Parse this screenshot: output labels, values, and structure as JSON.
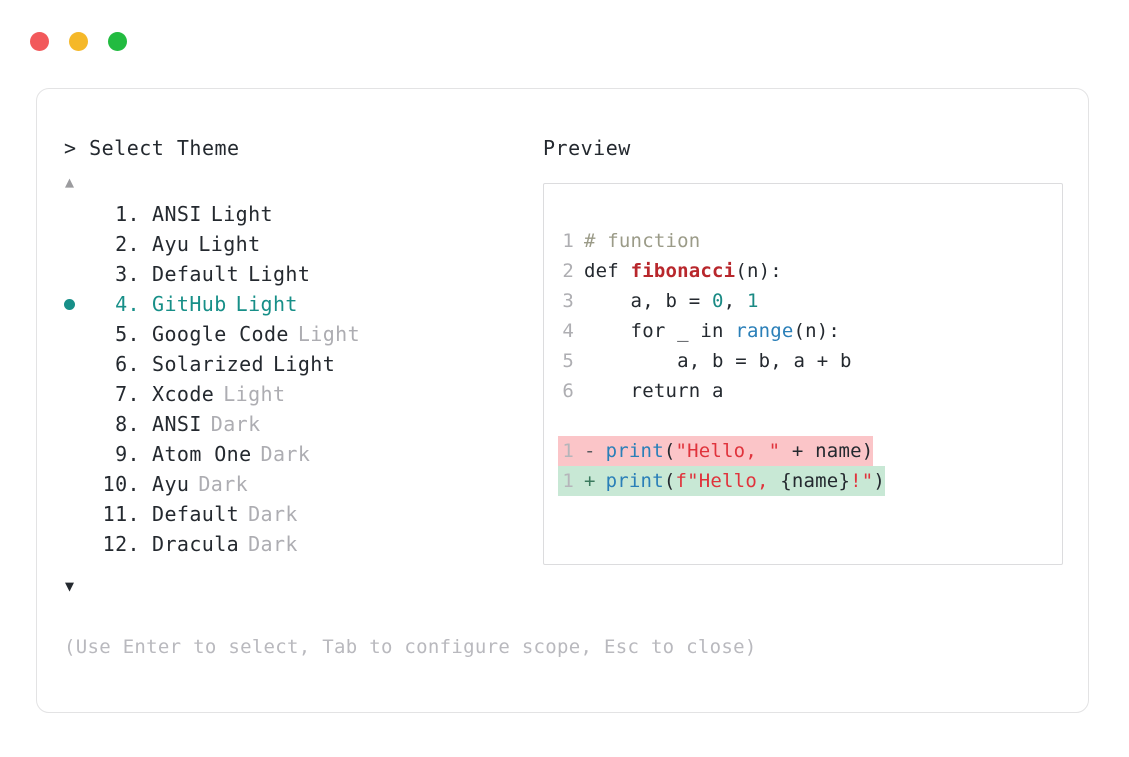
{
  "window": {
    "controls": [
      {
        "name": "close",
        "color": "#f2595b"
      },
      {
        "name": "minimize",
        "color": "#f5b829"
      },
      {
        "name": "maximize",
        "color": "#22bb40"
      }
    ]
  },
  "selector": {
    "prompt_caret": ">",
    "prompt_label": "Select Theme",
    "scroll_up_glyph": "▲",
    "scroll_down_glyph": "▼",
    "selected_index": 4,
    "selected_color": "#178f88",
    "bullet_glyph": "●",
    "items": [
      {
        "number": "1.",
        "name": "ANSI",
        "variant": "Light",
        "variant_inline": true,
        "selected": false
      },
      {
        "number": "2.",
        "name": "Ayu",
        "variant": "Light",
        "variant_inline": true,
        "selected": false
      },
      {
        "number": "3.",
        "name": "Default",
        "variant": "Light",
        "variant_inline": true,
        "selected": false
      },
      {
        "number": "4.",
        "name": "GitHub",
        "variant": "Light",
        "variant_inline": true,
        "selected": true
      },
      {
        "number": "5.",
        "name": "Google Code",
        "variant": "Light",
        "variant_inline": false,
        "selected": false
      },
      {
        "number": "6.",
        "name": "Solarized",
        "variant": "Light",
        "variant_inline": true,
        "selected": false
      },
      {
        "number": "7.",
        "name": "Xcode",
        "variant": "Light",
        "variant_inline": false,
        "selected": false
      },
      {
        "number": "8.",
        "name": "ANSI",
        "variant": "Dark",
        "variant_inline": false,
        "selected": false
      },
      {
        "number": "9.",
        "name": "Atom One",
        "variant": "Dark",
        "variant_inline": false,
        "selected": false
      },
      {
        "number": "10.",
        "name": "Ayu",
        "variant": "Dark",
        "variant_inline": false,
        "selected": false
      },
      {
        "number": "11.",
        "name": "Default",
        "variant": "Dark",
        "variant_inline": false,
        "selected": false
      },
      {
        "number": "12.",
        "name": "Dracula",
        "variant": "Dark",
        "variant_inline": false,
        "selected": false
      }
    ],
    "hint": "(Use Enter to select, Tab to configure scope, Esc to close)"
  },
  "preview": {
    "label": "Preview",
    "code_lines": [
      {
        "number": "1",
        "tokens": [
          {
            "text": "# function",
            "type": "comment"
          }
        ]
      },
      {
        "number": "2",
        "tokens": [
          {
            "text": "def ",
            "type": "kw"
          },
          {
            "text": "fibonacci",
            "type": "fnname"
          },
          {
            "text": "(n):",
            "type": "plain"
          }
        ]
      },
      {
        "number": "3",
        "tokens": [
          {
            "text": "    a, b = ",
            "type": "plain"
          },
          {
            "text": "0",
            "type": "num"
          },
          {
            "text": ", ",
            "type": "plain"
          },
          {
            "text": "1",
            "type": "num"
          }
        ]
      },
      {
        "number": "4",
        "tokens": [
          {
            "text": "    for _ in ",
            "type": "plain"
          },
          {
            "text": "range",
            "type": "builtin"
          },
          {
            "text": "(n):",
            "type": "plain"
          }
        ]
      },
      {
        "number": "5",
        "tokens": [
          {
            "text": "        a, b = b, a + b",
            "type": "plain"
          }
        ]
      },
      {
        "number": "6",
        "tokens": [
          {
            "text": "    return a",
            "type": "plain"
          }
        ]
      }
    ],
    "diff_lines": [
      {
        "number": "1",
        "sign": "-",
        "kind": "del",
        "bg": "#fbc5c8",
        "tokens": [
          {
            "text": "print",
            "type": "fncall"
          },
          {
            "text": "(",
            "type": "brace"
          },
          {
            "text": "\"Hello, \"",
            "type": "str"
          },
          {
            "text": " + name)",
            "type": "plain"
          }
        ]
      },
      {
        "number": "1",
        "sign": "+",
        "kind": "add",
        "bg": "#c8e8d5",
        "tokens": [
          {
            "text": "print",
            "type": "fncall"
          },
          {
            "text": "(",
            "type": "brace"
          },
          {
            "text": "f\"Hello, ",
            "type": "str"
          },
          {
            "text": "{name}",
            "type": "plain"
          },
          {
            "text": "!\"",
            "type": "str"
          },
          {
            "text": ")",
            "type": "brace"
          }
        ]
      }
    ]
  }
}
